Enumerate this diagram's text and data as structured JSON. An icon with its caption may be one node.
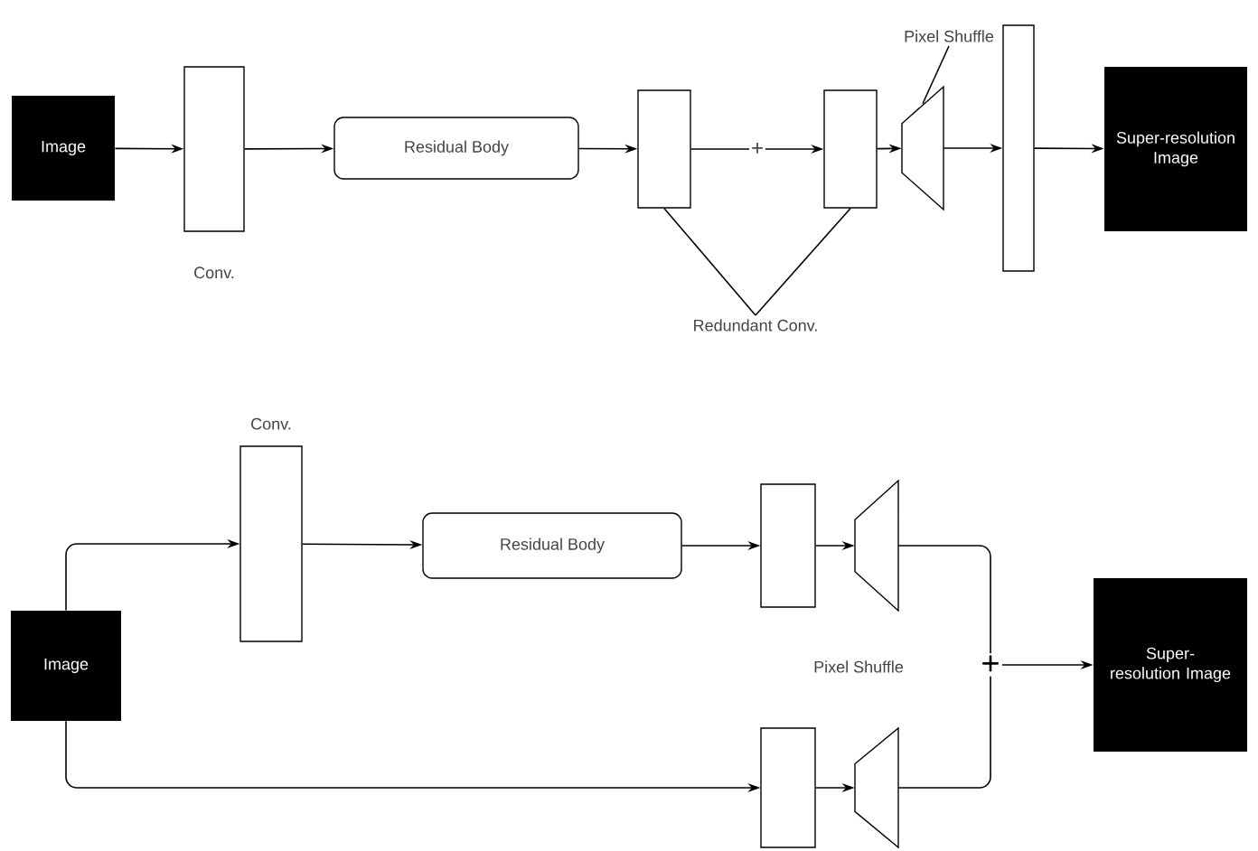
{
  "diagram": {
    "nodes": [
      {
        "text": [
          "Image"
        ]
      },
      {
        "text": [],
        "shape": "box",
        "beside": [
          "Conv."
        ]
      },
      {
        "text": [
          "Residual Body"
        ]
      },
      {
        "text": [],
        "shape": "box"
      },
      {
        "text": [],
        "shape": "box"
      },
      {
        "text": [],
        "shape": "trapezoid"
      },
      {
        "text": [],
        "shape": "box"
      },
      {
        "text": [
          "Super-resolution Image"
        ]
      },
      {
        "text": [
          "Pixel Shuffle"
        ]
      },
      {
        "text": [
          "Redundant Conv."
        ]
      },
      {
        "text": [
          "Image"
        ]
      },
      {
        "text": [],
        "shape": "box",
        "beside": [
          "Conv."
        ]
      },
      {
        "text": [
          "Residual Body"
        ]
      },
      {
        "text": [],
        "shape": "box"
      },
      {
        "text": [],
        "shape": "trapezoid"
      },
      {
        "text": [],
        "shape": "box"
      },
      {
        "text": [],
        "shape": "trapezoid"
      },
      {
        "text": [
          "+"
        ]
      },
      {
        "text": [
          "Super-resolution Image"
        ]
      }
    ],
    "edges": [
      {
        "from": 0,
        "to": 1,
        "arrow": "to"
      },
      {
        "from": 1,
        "to": 2,
        "arrow": "to"
      },
      {
        "from": 2,
        "to": 3,
        "arrow": "to"
      },
      {
        "from": 3,
        "to": 4,
        "arrow": "to",
        "label": "+"
      },
      {
        "from": 4,
        "to": 5,
        "arrow": "to"
      },
      {
        "from": 5,
        "to": 6,
        "arrow": "to"
      },
      {
        "from": 6,
        "to": 7,
        "arrow": "to"
      },
      {
        "from": 8,
        "to": 5,
        "arrow": "none"
      },
      {
        "from": 9,
        "to": 3,
        "arrow": "none"
      },
      {
        "from": 9,
        "to": 4,
        "arrow": "none"
      },
      {
        "from": 10,
        "to": 11,
        "arrow": "to"
      },
      {
        "from": 11,
        "to": 12,
        "arrow": "to"
      },
      {
        "from": 12,
        "to": 13,
        "arrow": "to"
      },
      {
        "from": 13,
        "to": 14,
        "arrow": "to"
      },
      {
        "from": 10,
        "to": 15,
        "arrow": "to"
      },
      {
        "from": 15,
        "to": 16,
        "arrow": "to"
      },
      {
        "from": 14,
        "to": 17,
        "arrow": "none"
      },
      {
        "from": 16,
        "to": 17,
        "arrow": "none"
      },
      {
        "from": 17,
        "to": 18,
        "arrow": "to"
      }
    ],
    "labels": [
      "Pixel Shuffle"
    ]
  }
}
